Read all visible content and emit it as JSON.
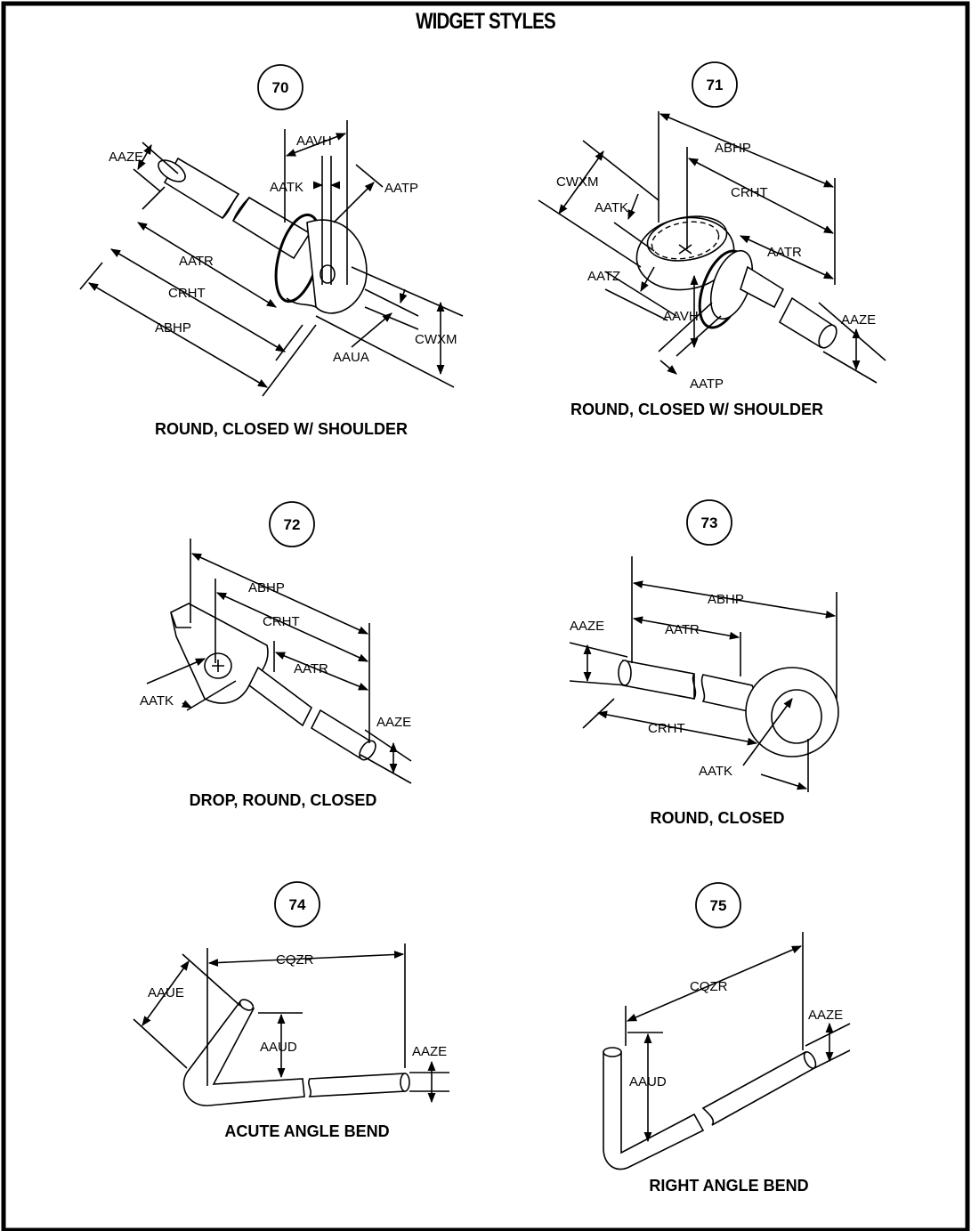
{
  "title": "WIDGET STYLES",
  "figures": [
    {
      "number": "70",
      "caption": "ROUND, CLOSED W/ SHOULDER",
      "labels": [
        "AAZE",
        "AAVH",
        "AATK",
        "AATP",
        "AATR",
        "CRHT",
        "ABHP",
        "CWXM",
        "AAUA"
      ]
    },
    {
      "number": "71",
      "caption": "ROUND, CLOSED W/ SHOULDER",
      "labels": [
        "ABHP",
        "CRHT",
        "CWXM",
        "AATK",
        "AATR",
        "AATZ",
        "AAVH",
        "AAZE",
        "AATP"
      ]
    },
    {
      "number": "72",
      "caption": "DROP, ROUND, CLOSED",
      "labels": [
        "ABHP",
        "CRHT",
        "AATR",
        "AATK",
        "AAZE"
      ]
    },
    {
      "number": "73",
      "caption": "ROUND, CLOSED",
      "labels": [
        "ABHP",
        "AAZE",
        "AATR",
        "CRHT",
        "AATK"
      ]
    },
    {
      "number": "74",
      "caption": "ACUTE ANGLE BEND",
      "labels": [
        "CQZR",
        "AAUE",
        "AAUD",
        "AAZE"
      ]
    },
    {
      "number": "75",
      "caption": "RIGHT ANGLE BEND",
      "labels": [
        "CQZR",
        "AAZE",
        "AAUD"
      ]
    }
  ]
}
